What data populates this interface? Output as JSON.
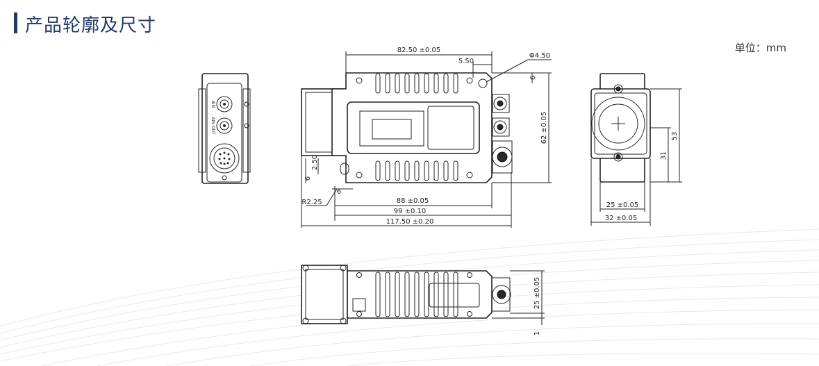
{
  "header": {
    "title": "产品轮廓及尺寸",
    "unit_label": "单位：mm"
  },
  "dimensions": {
    "front_width": "82.50 ±0.05",
    "front_hole_offset": "5.50",
    "front_hole_dia": "Φ4.50",
    "front_hole_top": "6",
    "front_height": "62 ±0.05",
    "left_hole_h": "2.50",
    "left_bottom_6v": "6",
    "left_bottom_6h": "6",
    "radius": "R2.25",
    "len_88": "88 ±0.05",
    "len_99": "99 ±0.10",
    "len_117": "117.50 ±0.20",
    "side_31": "31",
    "side_53": "53",
    "side_25": "25 ±0.05",
    "side_32": "32 ±0.05",
    "bottom_25": "25 ±0.05",
    "bottom_1": "1"
  },
  "connector_labels": {
    "ain": "AIN",
    "ain_out": "AIN OUT"
  }
}
